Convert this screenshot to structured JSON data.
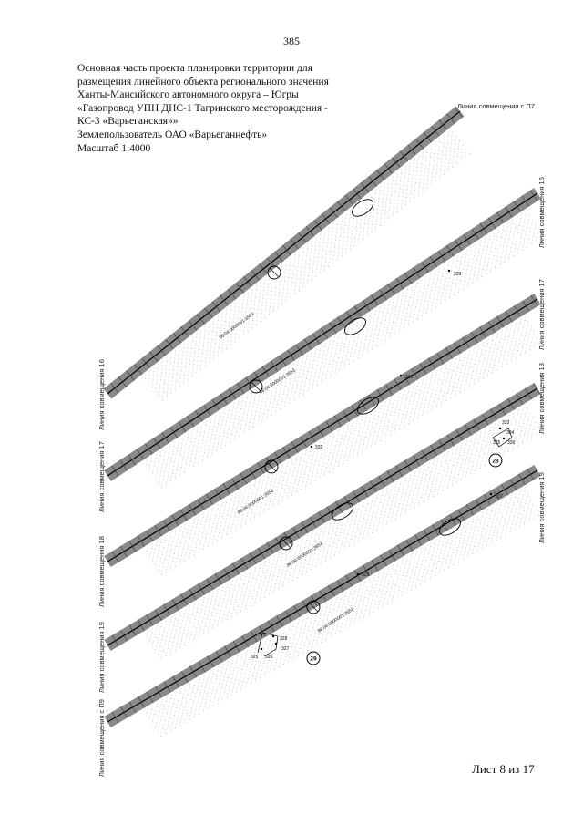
{
  "page_number": "385",
  "title_lines": [
    "Основная часть проекта планировки территории для",
    "размещения линейного объекта регионального значения",
    "Ханты-Мансийского автономного округа – Югры",
    "«Газопровод УПН ДНС-1 Тагринского месторождения -",
    "КС-3 «Варьеганская»»",
    "Землепользователь ОАО «Варьеганнефть»",
    "Масштаб 1:4000"
  ],
  "sheet_label": "Лист 8 из 17",
  "match_lines": {
    "top": "Линия совмещения  с П7",
    "right": [
      "Линия совмещения  16",
      "Линия совмещения  17",
      "Линия совмещения  18",
      "Линия совмещения  19"
    ],
    "left": [
      "Линия совмещения  16",
      "Линия совмещения  17",
      "Линия совмещения  18",
      "Линия совмещения  19",
      "Линия совмещения  с П9"
    ]
  },
  "parcel_labels": [
    "86:04:0000001:3553",
    "86:04:0000001:3553",
    "86:04:0000001:3553",
    "86:04:0000001:3553",
    "86:04:0000001:3553"
  ],
  "point_numbers": [
    "339",
    "330",
    "332",
    "333",
    "334",
    "335",
    "336",
    "337",
    "325",
    "326",
    "327",
    "328",
    "329"
  ],
  "circle_markers": [
    "28",
    "29"
  ],
  "colors": {
    "corridor": "#8a8a8a",
    "pipe": "#000000",
    "stipple": "#b5b5b5"
  }
}
